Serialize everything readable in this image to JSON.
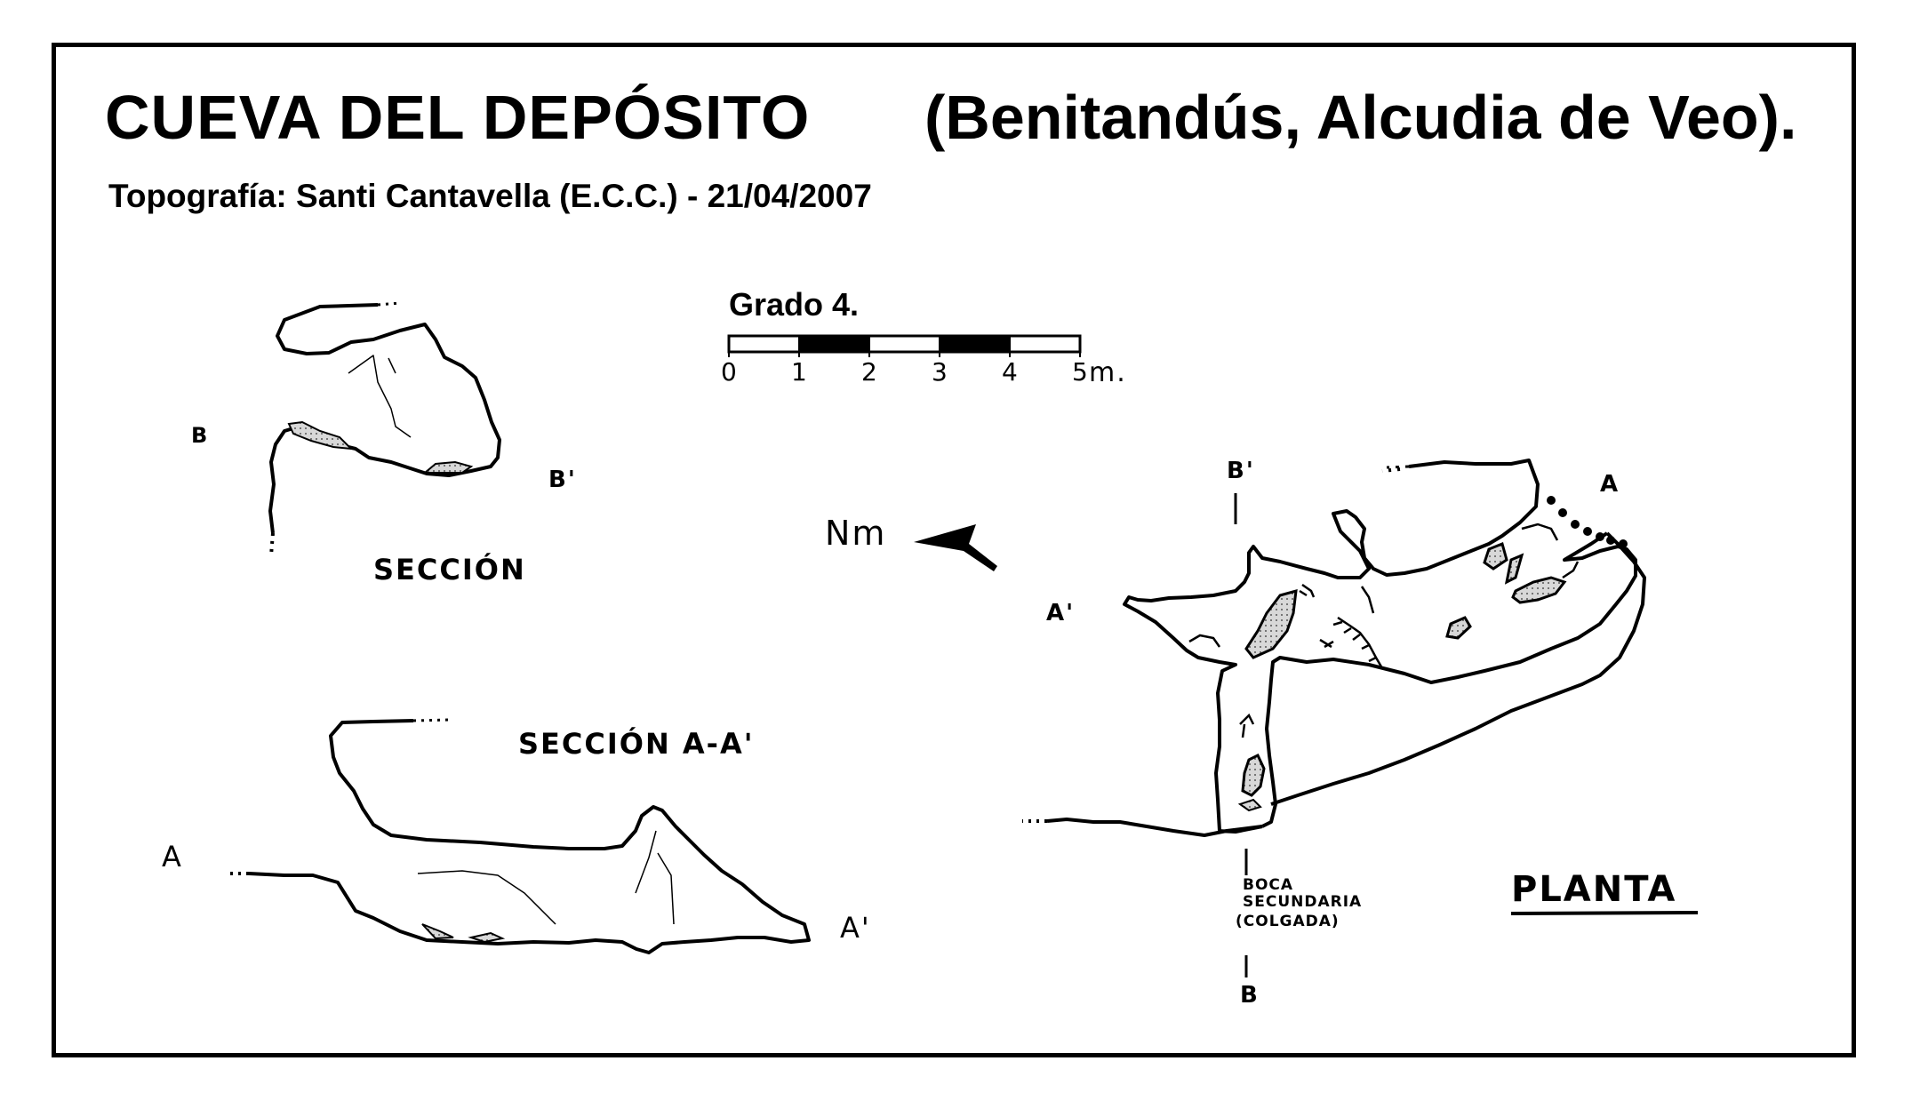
{
  "title": "CUEVA  DEL  DEPÓSITO",
  "location": "(Benitandús,  Alcudia de Veo).",
  "topography_line": "Topografía:  Santi Cantavella  (E.C.C.)     -     21/04/2007",
  "grade": "Grado  4.",
  "scale": {
    "ticks": [
      "0",
      "1",
      "2",
      "3",
      "4",
      "5"
    ],
    "unit": "m.",
    "colors": [
      "#ffffff",
      "#000000",
      "#ffffff",
      "#000000",
      "#ffffff"
    ]
  },
  "north_label": "Nm",
  "labels": {
    "section_b_title": "SECCIÓN",
    "section_a_title": "SECCIÓN A-A'",
    "plan_title": "PLANTA",
    "b": "B",
    "b_prime": "B'",
    "a": "A",
    "a_prime": "A'",
    "plan_a": "A",
    "plan_a_prime": "A'",
    "plan_b_prime": "B'",
    "plan_b": "B",
    "entrance_line1": "BOCA",
    "entrance_line2": "SECUNDARIA",
    "entrance_line3": "(COLGADA)"
  },
  "colors": {
    "ink": "#000000",
    "paper": "#ffffff",
    "fill": "#cfcfcf"
  }
}
